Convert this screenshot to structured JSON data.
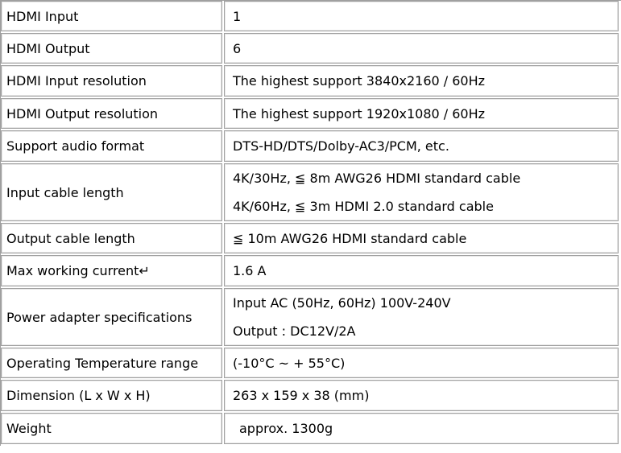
{
  "specs": [
    {
      "label": "HDMI Input",
      "lines": [
        "1"
      ]
    },
    {
      "label": "HDMI Output",
      "lines": [
        "6"
      ]
    },
    {
      "label": "HDMI Input resolution",
      "lines": [
        "The highest support 3840x2160 / 60Hz"
      ]
    },
    {
      "label": "HDMI Output resolution",
      "lines": [
        "The highest support 1920x1080 / 60Hz"
      ]
    },
    {
      "label": "Support audio format",
      "lines": [
        "DTS-HD/DTS/Dolby-AC3/PCM, etc."
      ]
    },
    {
      "label": "Input cable length",
      "lines": [
        "4K/30Hz, ≦ 8m AWG26 HDMI standard cable",
        "4K/60Hz, ≦ 3m HDMI 2.0 standard cable"
      ]
    },
    {
      "label": "Output cable length",
      "lines": [
        "≦ 10m AWG26 HDMI standard cable"
      ]
    },
    {
      "label": "Max working current↵",
      "lines": [
        "1.6 A"
      ]
    },
    {
      "label": "Power adapter specifications",
      "lines": [
        "Input AC (50Hz, 60Hz) 100V-240V",
        "Output : DC12V/2A"
      ]
    },
    {
      "label": "Operating Temperature range",
      "lines": [
        "(-10°C ~ + 55°C)"
      ]
    },
    {
      "label": "Dimension (L x W x H)",
      "lines": [
        "263 x 159 x 38 (mm)"
      ]
    },
    {
      "label": "Weight",
      "lines": [
        "approx. 1300g"
      ]
    }
  ]
}
